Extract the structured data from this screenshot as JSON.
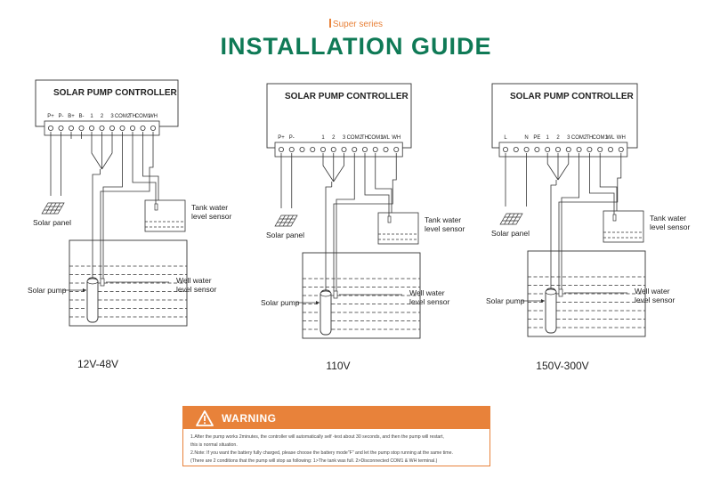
{
  "header": {
    "series": "Super series",
    "title": "INSTALLATION GUIDE"
  },
  "diagrams": [
    {
      "controller_title": "SOLAR PUMP CONTROLLER",
      "terminals": [
        "P+",
        "P-",
        "B+",
        "B-",
        "1",
        "2",
        "3",
        "COM2",
        "TH",
        "COM1",
        "WH"
      ],
      "labels": {
        "solar_panel": "Solar panel",
        "tank_sensor_line1": "Tank water",
        "tank_sensor_line2": "level sensor",
        "solar_pump": "Solar pump",
        "well_sensor_line1": "Well water",
        "well_sensor_line2": "level sensor"
      },
      "voltage": "12V-48V"
    },
    {
      "controller_title": "SOLAR PUMP CONTROLLER",
      "terminals": [
        "P+",
        "P-",
        "",
        "",
        "1",
        "2",
        "3",
        "COM2",
        "TH",
        "COM1",
        "WL",
        "WH"
      ],
      "labels": {
        "solar_panel": "Solar panel",
        "tank_sensor_line1": "Tank water",
        "tank_sensor_line2": "level sensor",
        "solar_pump": "Solar pump",
        "well_sensor_line1": "Well water",
        "well_sensor_line2": "level sensor"
      },
      "voltage": "110V"
    },
    {
      "controller_title": "SOLAR PUMP CONTROLLER",
      "terminals": [
        "L",
        "",
        "N",
        "PE",
        "1",
        "2",
        "3",
        "COM2",
        "TH",
        "COM1",
        "WL",
        "WH"
      ],
      "labels": {
        "solar_panel": "Solar panel",
        "tank_sensor_line1": "Tank water",
        "tank_sensor_line2": "level sensor",
        "solar_pump": "Solar pump",
        "well_sensor_line1": "Well water",
        "well_sensor_line2": "level sensor"
      },
      "voltage": "150V-300V"
    }
  ],
  "warning": {
    "title": "WARNING",
    "lines": [
      "1.After the pump works 2minutes, the controller will automatically self -test about 30 seconds, and then the pump will restart,",
      "this is normal situation.",
      "2.Note: If you want the battery fully charged, please choose the battery mode\"F\" and let the pump stop running at the same time.",
      "(There are 2 conditions that the pump will stop as following: 1>The tank was full. 2>Disconnected COM1 & WH terminal.)"
    ]
  },
  "colors": {
    "accent": "#e8823a",
    "title": "#0f7a56",
    "line": "#333333"
  }
}
